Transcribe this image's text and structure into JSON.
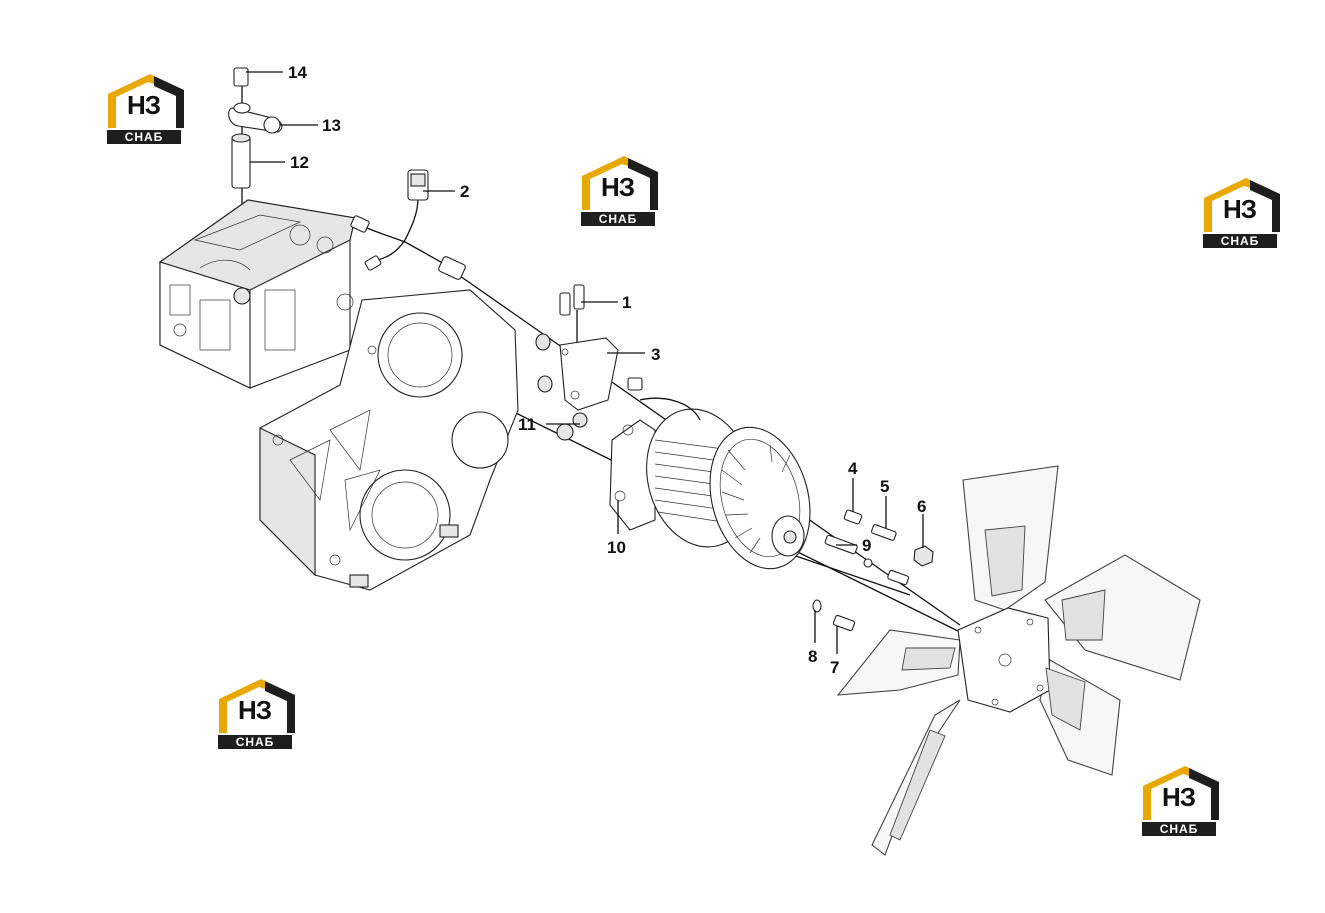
{
  "diagram": {
    "callouts": [
      "1",
      "2",
      "3",
      "4",
      "5",
      "6",
      "7",
      "8",
      "9",
      "10",
      "11",
      "12",
      "13",
      "14"
    ]
  },
  "watermark": {
    "logo_text": "НЗ",
    "logo_subtext": "СНАБ",
    "colors": {
      "accent": "#e8a800",
      "dark": "#1e1e1e"
    }
  }
}
